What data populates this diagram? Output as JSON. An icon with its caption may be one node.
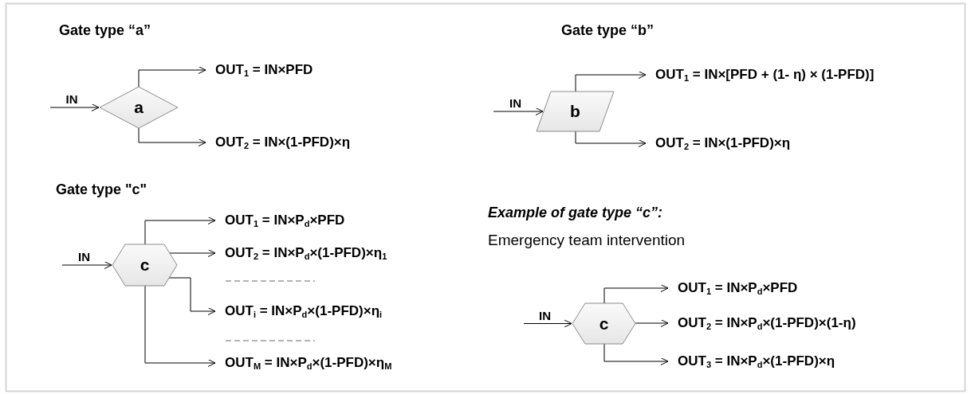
{
  "diagram": {
    "nodes": [
      {
        "text": [
          "a"
        ]
      },
      {
        "text": [
          "OUT$_{1}$ = IN×PFD"
        ]
      },
      {
        "text": [
          "OUT$_{2}$ = IN×(1-PFD)×η"
        ]
      },
      {
        "text": [
          "b"
        ]
      },
      {
        "text": [
          "OUT$_{1}$ = IN×[PFD + (1- η) × (1-PFD)]"
        ]
      },
      {
        "text": [
          "OUT$_{2}$ = IN×(1-PFD)×η"
        ]
      },
      {
        "text": [
          "c"
        ]
      },
      {
        "text": [
          "OUT$_{1}$ = IN×P$_{d}$×PFD"
        ]
      },
      {
        "text": [
          "OUT$_{2}$ = IN×P$_{d}$×(1-PFD)×η$_{1}$"
        ]
      },
      {
        "text": [
          "OUT$_{i}$ = IN×P$_{d}$×(1-PFD)×η$_{i}$"
        ]
      },
      {
        "text": [
          "OUT$_{M}$ = IN×P$_{d}$×(1-PFD)×η$_{M}$"
        ]
      },
      {
        "text": [
          "c"
        ]
      },
      {
        "text": [
          "OUT$_{1}$ = IN×P$_{d}$×PFD"
        ]
      },
      {
        "text": [
          "OUT$_{2}$ = IN×P$_{d}$×(1-PFD)×(1-η)"
        ]
      },
      {
        "text": [
          "OUT$_{3}$ = IN×P$_{d}$×(1-PFD)×η"
        ]
      }
    ],
    "edges": [
      {
        "from": null,
        "to": 0,
        "arrow": "to",
        "label": "IN"
      },
      {
        "from": 0,
        "to": 1,
        "arrow": "to"
      },
      {
        "from": 0,
        "to": 2,
        "arrow": "to"
      },
      {
        "from": null,
        "to": 3,
        "arrow": "to",
        "label": "IN"
      },
      {
        "from": 3,
        "to": 4,
        "arrow": "to"
      },
      {
        "from": 3,
        "to": 5,
        "arrow": "to"
      },
      {
        "from": null,
        "to": 6,
        "arrow": "to",
        "label": "IN"
      },
      {
        "from": 6,
        "to": 7,
        "arrow": "to"
      },
      {
        "from": 6,
        "to": 8,
        "arrow": "to"
      },
      {
        "from": 6,
        "to": 9,
        "arrow": "to"
      },
      {
        "from": 6,
        "to": 10,
        "arrow": "to"
      },
      {
        "from": null,
        "to": 11,
        "arrow": "to",
        "label": "IN"
      },
      {
        "from": 11,
        "to": 12,
        "arrow": "to"
      },
      {
        "from": 11,
        "to": 13,
        "arrow": "to"
      },
      {
        "from": 11,
        "to": 14,
        "arrow": "to"
      }
    ],
    "labels": [
      "Gate type “a”",
      "Gate type “b”",
      "Gate type \"c\"",
      "Example of gate type “c”:",
      "Emergency team intervention"
    ]
  }
}
